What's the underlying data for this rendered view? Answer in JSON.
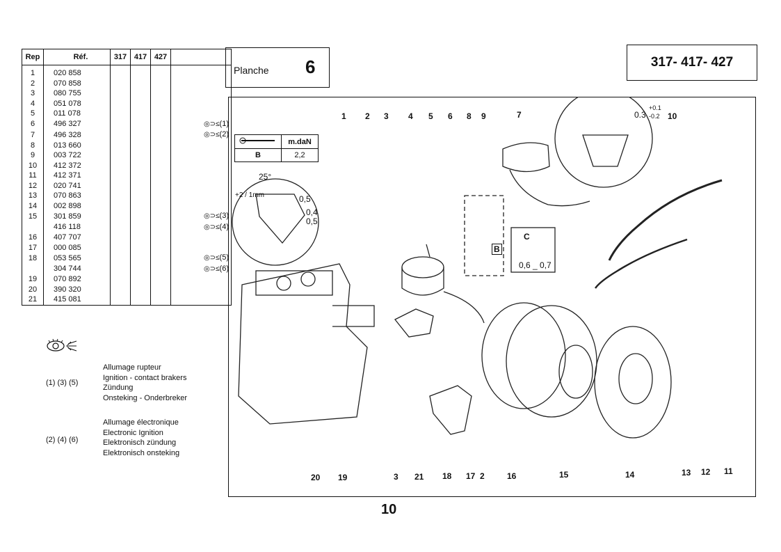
{
  "table": {
    "headers": [
      "Rep",
      "Réf.",
      "317",
      "417",
      "427"
    ],
    "rows": [
      {
        "rep": "1",
        "ref": "020 858",
        "note": ""
      },
      {
        "rep": "2",
        "ref": "070 858",
        "note": ""
      },
      {
        "rep": "3",
        "ref": "080 755",
        "note": ""
      },
      {
        "rep": "4",
        "ref": "051 078",
        "note": ""
      },
      {
        "rep": "5",
        "ref": "011 078",
        "note": ""
      },
      {
        "rep": "6",
        "ref": "496 327",
        "note": "(1)"
      },
      {
        "rep": "7",
        "ref": "496 328",
        "note": "(2)"
      },
      {
        "rep": "8",
        "ref": "013 660",
        "note": ""
      },
      {
        "rep": "9",
        "ref": "003 722",
        "note": ""
      },
      {
        "rep": "10",
        "ref": "412 372",
        "note": ""
      },
      {
        "rep": "11",
        "ref": "412 371",
        "note": ""
      },
      {
        "rep": "12",
        "ref": "020 741",
        "note": ""
      },
      {
        "rep": "13",
        "ref": "070 863",
        "note": ""
      },
      {
        "rep": "14",
        "ref": "002 898",
        "note": ""
      },
      {
        "rep": "15",
        "ref": "301 859",
        "note": "(3)"
      },
      {
        "rep": "",
        "ref": "416 118",
        "note": "(4)"
      },
      {
        "rep": "16",
        "ref": "407 707",
        "note": ""
      },
      {
        "rep": "17",
        "ref": "000 085",
        "note": ""
      },
      {
        "rep": "18",
        "ref": "053 565",
        "note": "(5)"
      },
      {
        "rep": "",
        "ref": "304 744",
        "note": "(6)"
      },
      {
        "rep": "19",
        "ref": "070 892",
        "note": ""
      },
      {
        "rep": "20",
        "ref": "390 320",
        "note": ""
      },
      {
        "rep": "21",
        "ref": "415 081",
        "note": ""
      }
    ]
  },
  "planche": {
    "label": "Planche",
    "number": "6"
  },
  "models": "317- 417- 427",
  "legend": {
    "group1": {
      "refs": "(1) (3) (5)",
      "lines": [
        "Allumage rupteur",
        "Ignition - contact brakers",
        "Zündung",
        "Onsteking - Onderbreker"
      ]
    },
    "group2": {
      "refs": "(2) (4) (6)",
      "lines": [
        "Allumage électronique",
        "Electronic Ignition",
        "Elektronisch zündung",
        "Elektronisch onsteking"
      ]
    }
  },
  "torque": {
    "col1": "",
    "col2": "m.daN",
    "key": "B",
    "value": "2,2"
  },
  "annotations": {
    "angle": "25°",
    "offset": "+2 / 1mm",
    "gap1": "0,5",
    "gap2": "0,4",
    "gap3": "0,5",
    "tolerance": "0.3",
    "tol_plus": "+0.1",
    "tol_minus": "-0.2",
    "plug_gap": "0,6 _ 0,7",
    "plug_key_b": "B",
    "plug_key_c": "C"
  },
  "callouts_top": [
    "1",
    "2",
    "3",
    "4",
    "5",
    "6",
    "8",
    "9",
    "7",
    "10"
  ],
  "callouts_bottom": [
    "20",
    "19",
    "3",
    "21",
    "18",
    "17",
    "2",
    "16",
    "15",
    "14",
    "13",
    "12",
    "11"
  ],
  "page_number": "10"
}
